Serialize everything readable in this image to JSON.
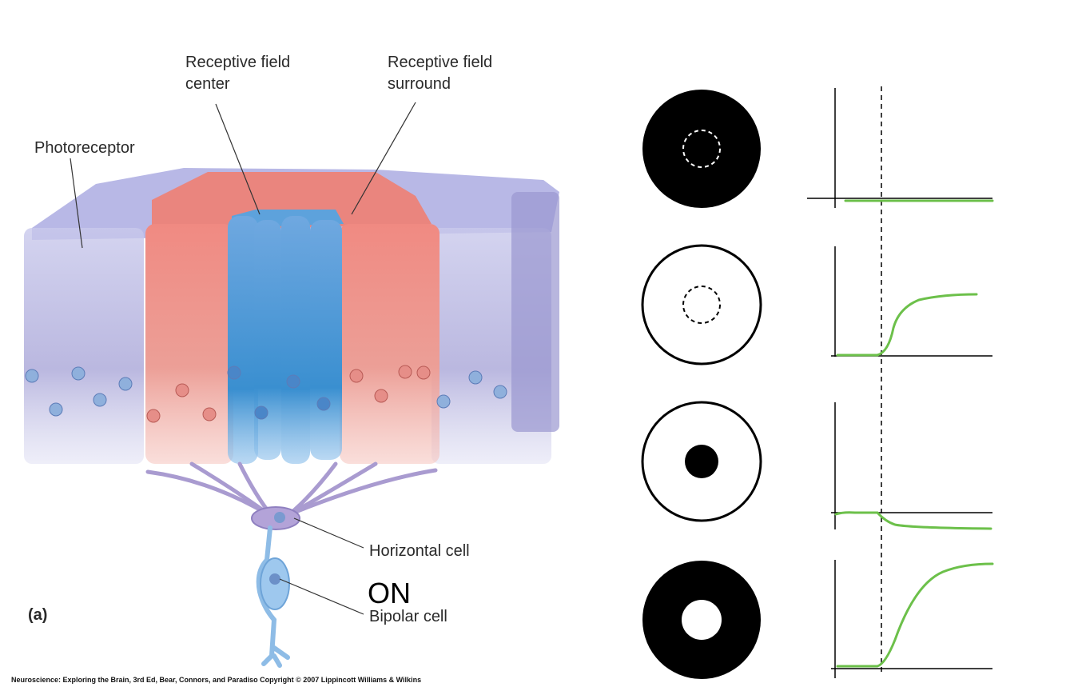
{
  "labels": {
    "center": [
      "Receptive field",
      "center"
    ],
    "surround": [
      "Receptive field",
      "surround"
    ],
    "photoreceptor": "Photoreceptor",
    "horizontal": "Horizontal cell",
    "on": "ON",
    "bipolar": "Bipolar cell",
    "panel": "(a)"
  },
  "credit": "Neuroscience: Exploring the Brain, 3rd Ed, Bear, Connors, and Paradiso Copyright © 2007 Lippincott Williams & Wilkins",
  "colors": {
    "center_cells": "#4a9ad4",
    "surround_cells": "#e8756f",
    "outer_cells": "#8c8ccc",
    "response_trace": "#6cc04a",
    "stimulus": "#000000"
  },
  "stimuli": [
    {
      "surround": "dark",
      "center": "dark",
      "response": "no change"
    },
    {
      "surround": "light",
      "center": "light",
      "response": "depolarization"
    },
    {
      "surround": "light",
      "center": "dark",
      "response": "hyperpolarization"
    },
    {
      "surround": "dark",
      "center": "light",
      "response": "strong depolarization"
    }
  ]
}
